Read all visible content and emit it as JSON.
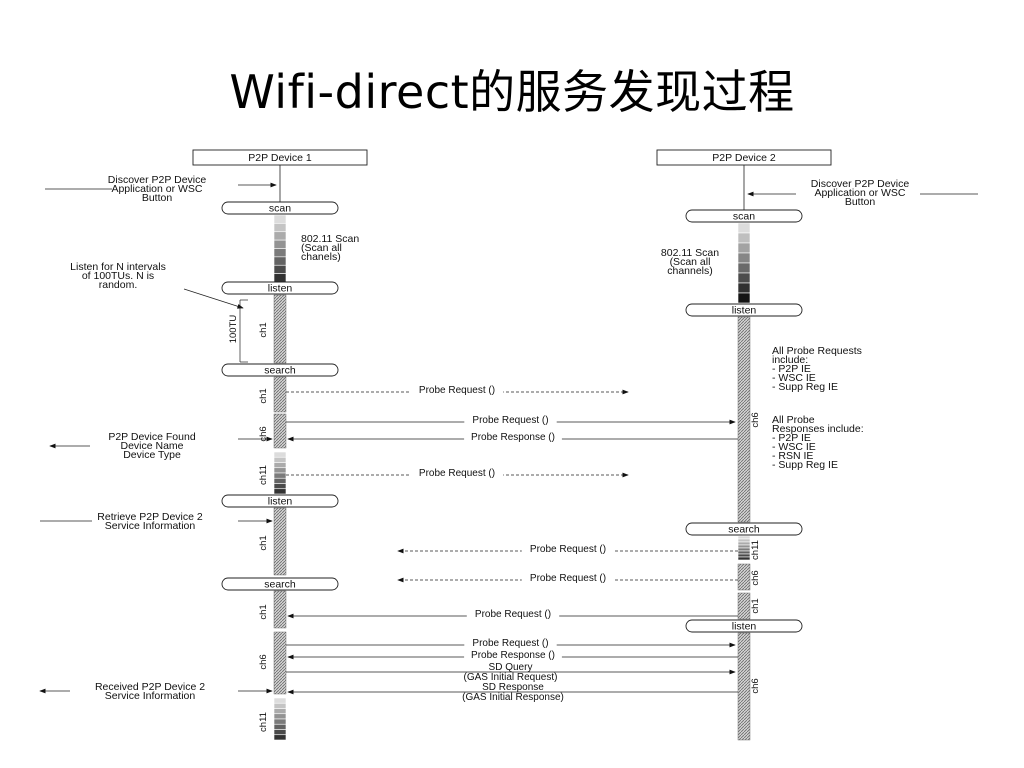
{
  "title": "Wifi-direct的服务发现过程",
  "devices": [
    "P2P Device 1",
    "P2P Device 2"
  ],
  "states": {
    "scan": "scan",
    "listen": "listen",
    "search": "search"
  },
  "notes": {
    "d1_discover": [
      "Discover P2P Device",
      "Application or WSC",
      "Button"
    ],
    "d1_scan": [
      "802.11 Scan",
      "(Scan all",
      "chanels)"
    ],
    "d1_listen": [
      "Listen for N intervals",
      "of 100TUs. N is",
      "random."
    ],
    "d1_100tu": "100TU",
    "d1_found": [
      "P2P Device Found",
      "Device Name",
      "Device Type"
    ],
    "d1_retrieve": [
      "Retrieve P2P Device 2",
      "Service Information"
    ],
    "d1_received": [
      "Received P2P Device 2",
      "Service Information"
    ],
    "d2_discover": [
      "Discover P2P Device",
      "Application or WSC",
      "Button"
    ],
    "d2_scan": [
      "802.11 Scan",
      "(Scan all",
      "channels)"
    ],
    "d2_probe_req": [
      "All Probe Requests",
      "include:",
      "- P2P IE",
      "- WSC IE",
      "- Supp Reg IE"
    ],
    "d2_probe_resp": [
      "All Probe",
      "Responses include:",
      "- P2P IE",
      "- WSC IE",
      "- RSN IE",
      "- Supp Reg IE"
    ]
  },
  "messages": {
    "probe_request": "Probe Request ()",
    "probe_response": "Probe Response ()",
    "sd_query": [
      "SD Query",
      "(GAS Initial Request)"
    ],
    "sd_response": [
      "SD Response",
      "(GAS Initial Response)"
    ]
  },
  "channels": {
    "ch1": "ch1",
    "ch6": "ch6",
    "ch11": "ch11"
  }
}
